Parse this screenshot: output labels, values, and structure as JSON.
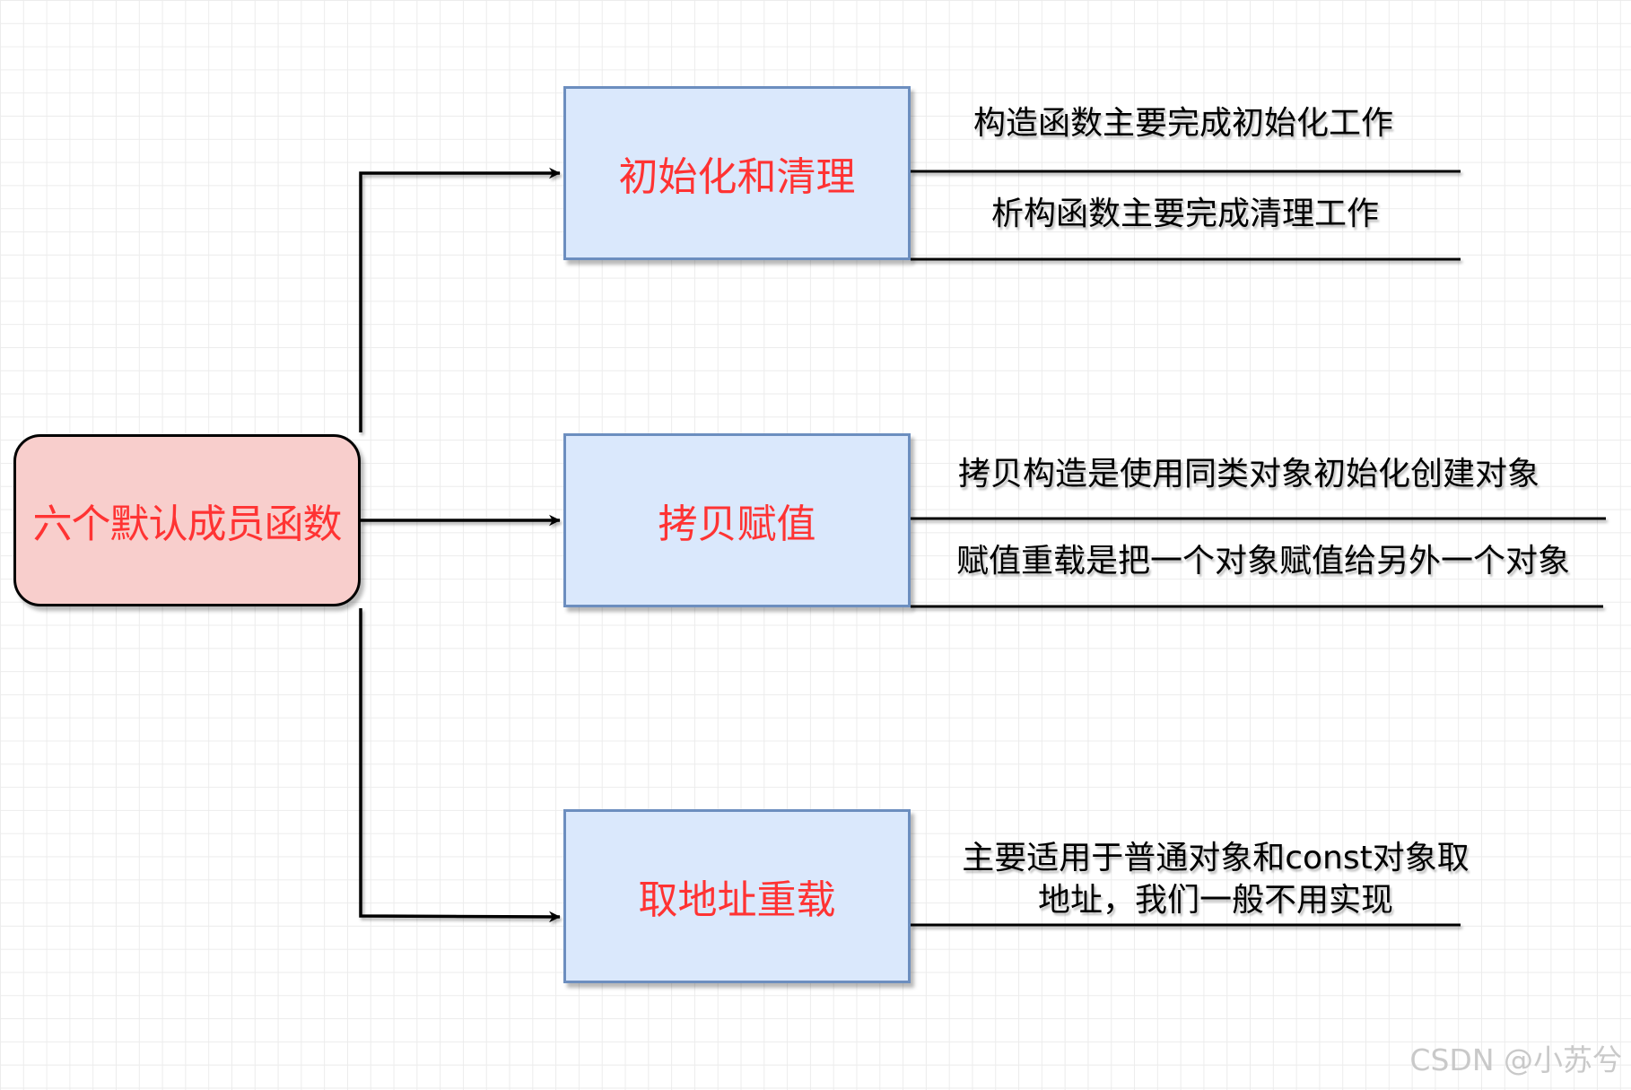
{
  "root": {
    "label": "六个默认成员函数"
  },
  "branches": [
    {
      "label": "初始化和清理",
      "notes": [
        "构造函数主要完成初始化工作",
        "析构函数主要完成清理工作"
      ]
    },
    {
      "label": "拷贝赋值",
      "notes": [
        "拷贝构造是使用同类对象初始化创建对象",
        "赋值重载是把一个对象赋值给另外一个对象"
      ]
    },
    {
      "label": "取地址重载",
      "notes": [
        "主要适用于普通对象和const对象取",
        "地址，我们一般不用实现"
      ]
    }
  ],
  "watermark": "CSDN @小苏兮",
  "colors": {
    "root_fill": "#f8cecc",
    "branch_fill": "#dae8fc",
    "branch_border": "#6c8ebf",
    "label_text": "#ff3333",
    "grid": "#ececec"
  }
}
